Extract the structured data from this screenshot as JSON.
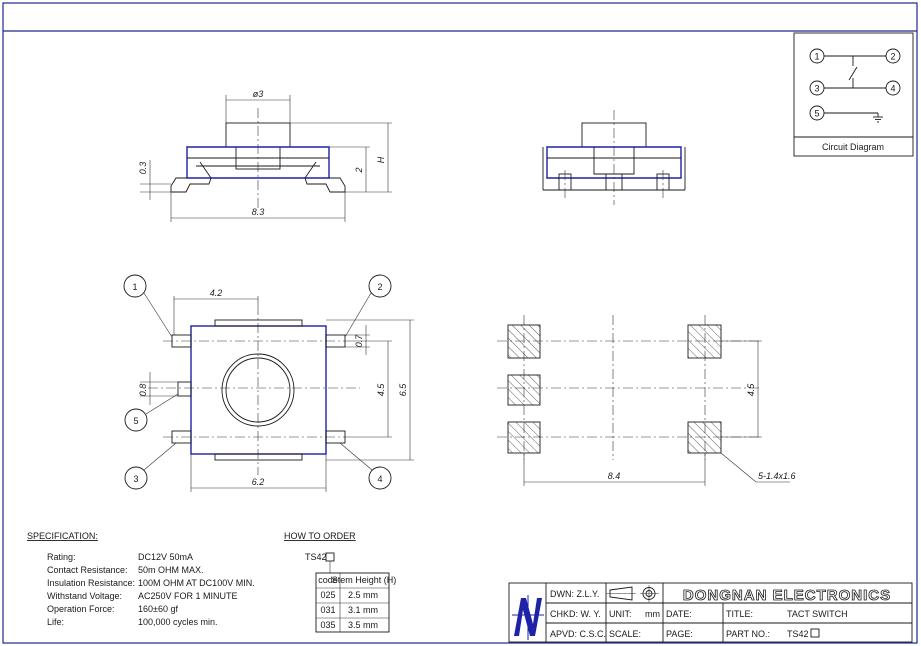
{
  "circuit": {
    "pins": [
      "1",
      "2",
      "3",
      "4",
      "5"
    ],
    "caption": "Circuit Diagram"
  },
  "dimensions": {
    "stem_diameter": "ø3",
    "height": "H",
    "body_height": "2",
    "lead_thickness": "0.3",
    "overall_length": "8.3",
    "pin_spacing_top": "4.2",
    "pin_width": "0.7",
    "pin_pitch": "4.5",
    "overall_width": "6.5",
    "gnd_pin_width": "0.8",
    "body_width": "6.2",
    "pad_pitch_vertical": "4.5",
    "pad_span": "8.4",
    "pad_note": "5-1.4x1.6"
  },
  "callouts": [
    "1",
    "2",
    "3",
    "4",
    "5"
  ],
  "specification": {
    "heading": "SPECIFICATION:",
    "rows": [
      {
        "label": "Rating:",
        "value": "DC12V 50mA"
      },
      {
        "label": "Contact Resistance:",
        "value": "50m OHM MAX."
      },
      {
        "label": "Insulation Resistance:",
        "value": "100M OHM AT DC100V MIN."
      },
      {
        "label": "Withstand Voltage:",
        "value": "AC250V FOR 1 MINUTE"
      },
      {
        "label": "Operation Force:",
        "value": "160±60 gf"
      },
      {
        "label": "Life:",
        "value": "100,000 cycles min."
      }
    ]
  },
  "order": {
    "heading": "HOW TO ORDER",
    "part": "TS42",
    "headers": [
      "code",
      "Stem Height (H)"
    ],
    "rows": [
      {
        "code": "025",
        "height": "2.5 mm"
      },
      {
        "code": "031",
        "height": "3.1 mm"
      },
      {
        "code": "035",
        "height": "3.5 mm"
      }
    ]
  },
  "title_block": {
    "dwn": "DWN: Z.L.Y.",
    "chkd": "CHKD: W. Y.",
    "apvd": "APVD: C.S.C.",
    "unit_label": "UNIT:",
    "unit_value": "mm",
    "scale_label": "SCALE:",
    "date_label": "DATE:",
    "page_label": "PAGE:",
    "title_label": "TITLE:",
    "title_value": "TACT SWITCH",
    "part_label": "PART NO.:",
    "part_value": "TS42",
    "company": "DONGNAN ELECTRONICS"
  },
  "colors": {
    "frame": "#1d2a8c",
    "body_outline": "#1d22a6",
    "line": "#1a1a1a"
  }
}
